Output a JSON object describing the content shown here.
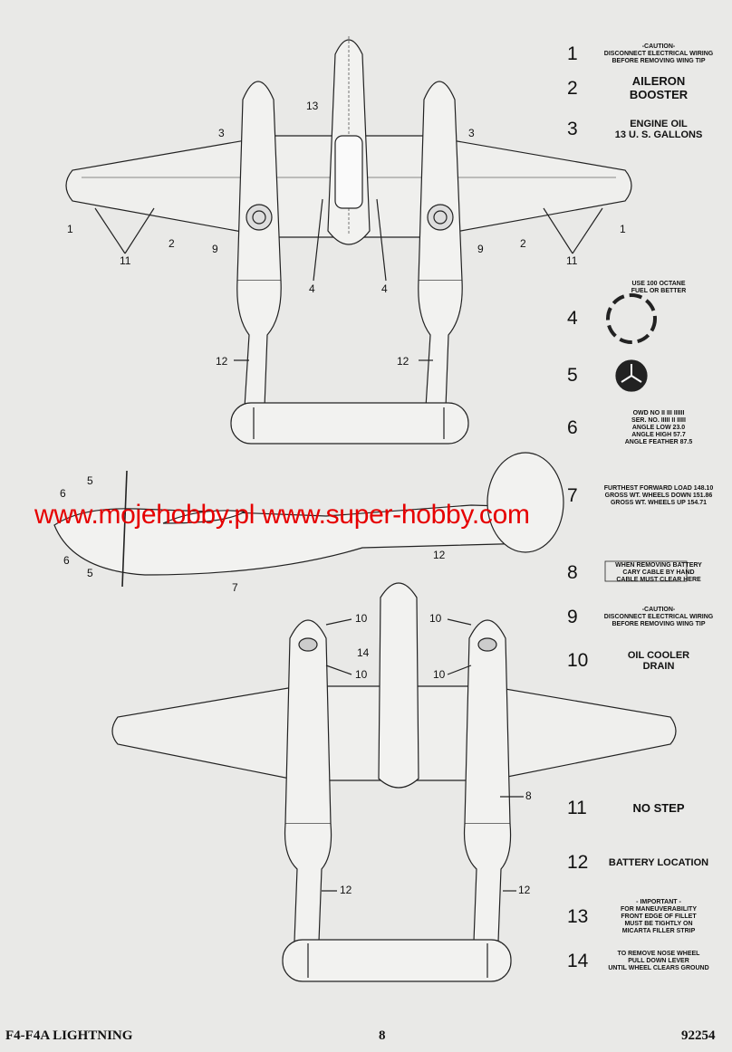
{
  "legend": [
    {
      "num": "1",
      "lines": [
        "-CAUTION-",
        "DISCONNECT ELECTRICAL WIRING",
        "BEFORE REMOVING WING TIP"
      ],
      "size": "small"
    },
    {
      "num": "2",
      "lines": [
        "AILERON",
        "BOOSTER"
      ],
      "size": "big"
    },
    {
      "num": "3",
      "lines": [
        "ENGINE OIL",
        "13 U. S. GALLONS"
      ],
      "size": "mid"
    },
    {
      "num": "4",
      "lines": [
        "USE 100 OCTANE",
        "FUEL OR BETTER"
      ],
      "size": "small"
    },
    {
      "num": "5",
      "lines": [],
      "size": "small"
    },
    {
      "num": "6",
      "lines": [
        "OWD NO II III IIIIII",
        "SER. NO. IIIII II IIIII",
        "ANGLE LOW 23.0",
        "ANGLE HIGH 57.7",
        "ANGLE FEATHER 87.5"
      ],
      "size": "small"
    },
    {
      "num": "7",
      "lines": [
        "FURTHEST FORWARD LOAD  148.10",
        "GROSS WT. WHEELS DOWN  151.86",
        "GROSS WT. WHEELS UP  154.71"
      ],
      "size": "small"
    },
    {
      "num": "8",
      "lines": [
        "WHEN REMOVING BATTERY",
        "CARY CABLE BY HAND",
        "CABLE MUST CLEAR HERE"
      ],
      "size": "small"
    },
    {
      "num": "9",
      "lines": [
        "-CAUTION-",
        "DISCONNECT ELECTRICAL WIRING",
        "BEFORE REMOVING WING TIP"
      ],
      "size": "small"
    },
    {
      "num": "10",
      "lines": [
        "OIL COOLER",
        "DRAIN"
      ],
      "size": "mid"
    },
    {
      "num": "11",
      "lines": [
        "NO STEP"
      ],
      "size": "big"
    },
    {
      "num": "12",
      "lines": [
        "BATTERY LOCATION"
      ],
      "size": "mid"
    },
    {
      "num": "13",
      "lines": [
        "- IMPORTANT -",
        "FOR MANEUVERABILITY",
        "FRONT EDGE OF FILLET",
        "MUST BE TIGHTLY ON",
        "MICARTA FILLER STRIP"
      ],
      "size": "small"
    },
    {
      "num": "14",
      "lines": [
        "TO REMOVE NOSE WHEEL",
        "PULL DOWN LEVER",
        "UNTIL WHEEL CLEARS GROUND"
      ],
      "size": "small"
    }
  ],
  "callouts": {
    "c1a": "1",
    "c1b": "1",
    "c2a": "2",
    "c2b": "2",
    "c3a": "3",
    "c3b": "3",
    "c13": "13",
    "c9a": "9",
    "c9b": "9",
    "c11a": "11",
    "c11b": "11",
    "c4a": "4",
    "c4b": "4",
    "c12a": "12",
    "c12b": "12",
    "c12c": "12",
    "c12d": "12",
    "c12e": "12",
    "c5a": "5",
    "c5b": "5",
    "c6a": "6",
    "c6b": "6",
    "c7": "7",
    "c10a": "10",
    "c10b": "10",
    "c10c": "10",
    "c10d": "10",
    "c14": "14",
    "c8": "8"
  },
  "watermark": "www.mojehobby.pl www.super-hobby.com",
  "footer": {
    "title": "F4-F4A LIGHTNING",
    "page": "8",
    "code": "92254"
  },
  "colors": {
    "watermark": "#e60000",
    "line": "#222222",
    "paper": "#e9e9e7"
  }
}
